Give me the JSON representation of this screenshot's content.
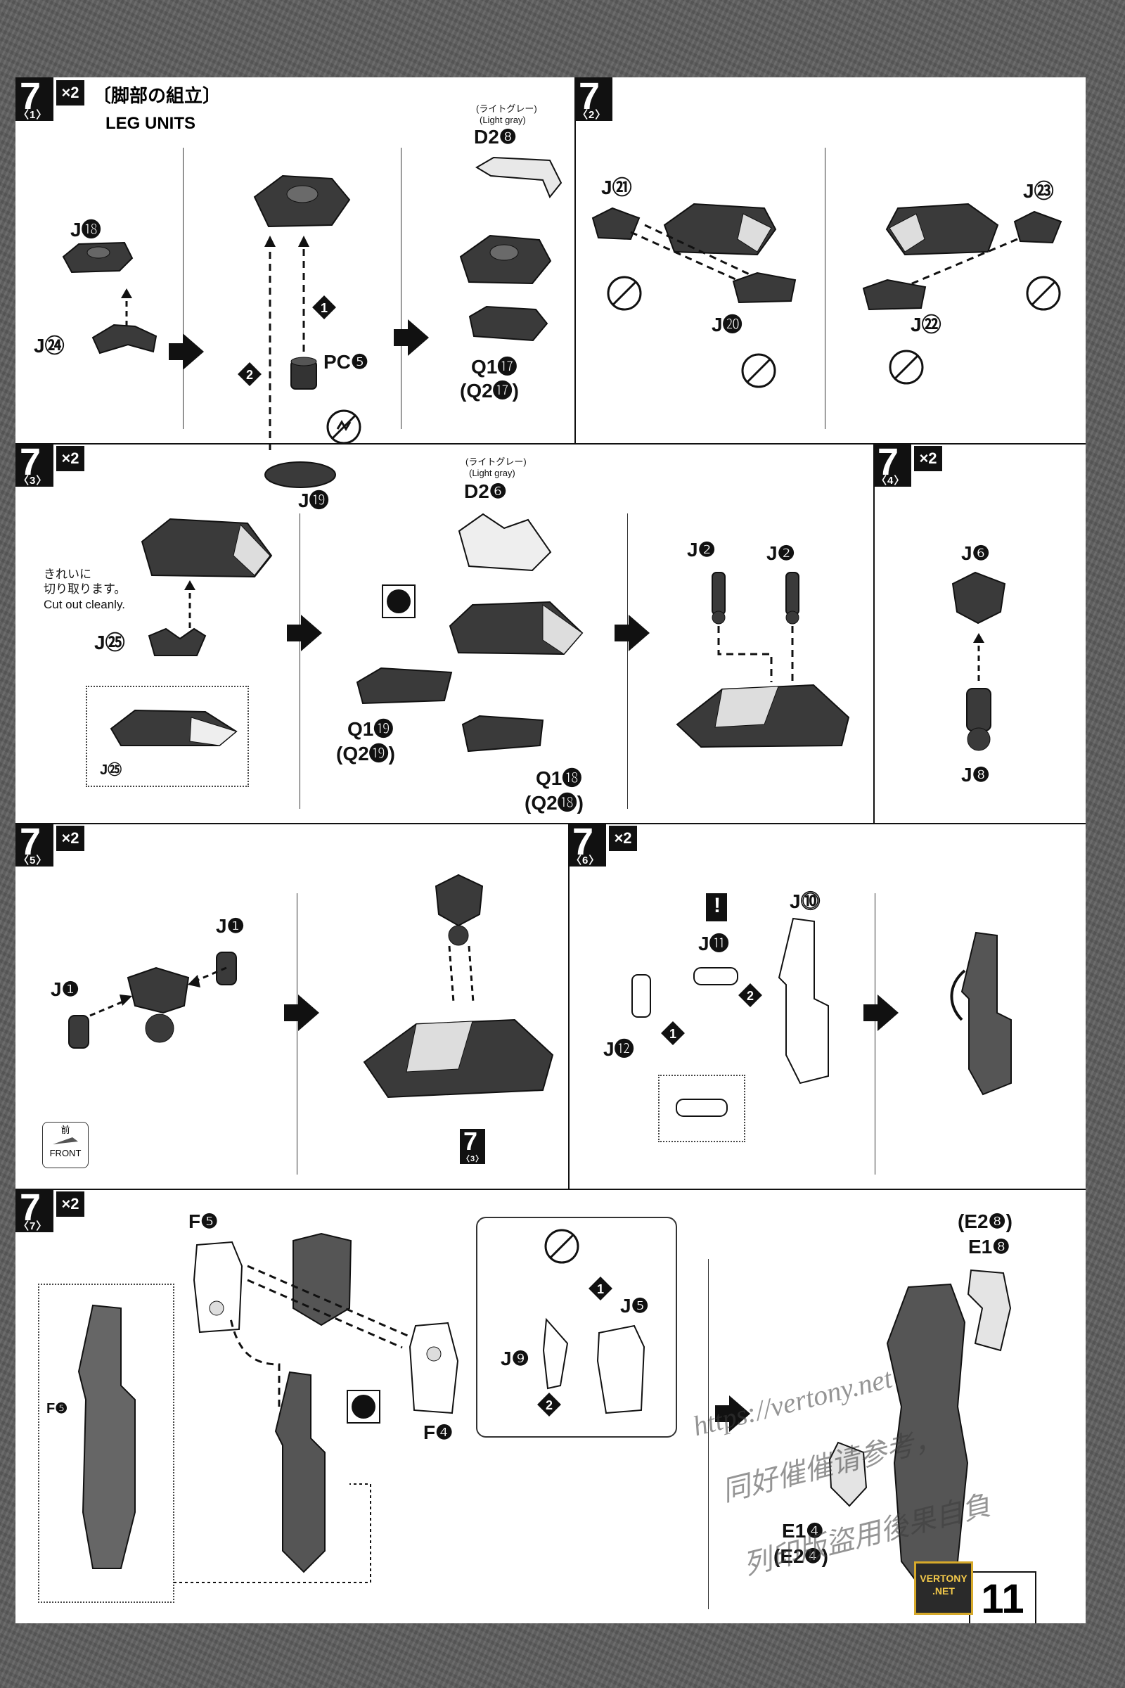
{
  "page": {
    "number": "11",
    "badge_line1": "VERTONY",
    "badge_line2": ".NET"
  },
  "watermark": {
    "url": "https://vertony.net",
    "line1": "同好催催请参考，",
    "line2": "列印版盜用後果自負"
  },
  "step7_1": {
    "step": "7",
    "sub": "〈1〉",
    "mult": "×2",
    "title_jp": "〔脚部の組立〕",
    "title_en": "LEG UNITS",
    "labels": {
      "j18": "J⓲",
      "j24": "J㉔",
      "pc5": "PC❺",
      "j19": "J⓳",
      "d28": "D2❽",
      "q117": "Q1⓱",
      "q217": "(Q2⓱)",
      "light_jp": "(ライトグレー)",
      "light_en": "(Light gray)",
      "n1": "1",
      "n2": "2"
    }
  },
  "step7_2": {
    "step": "7",
    "sub": "〈2〉",
    "labels": {
      "j21": "J㉑",
      "j20": "J⓴",
      "j23": "J㉓",
      "j22": "J㉒"
    }
  },
  "step7_3": {
    "step": "7",
    "sub": "〈3〉",
    "mult": "×2",
    "labels": {
      "note_jp1": "きれいに",
      "note_jp2": "切り取ります。",
      "note_en": "Cut out cleanly.",
      "j25": "J㉕",
      "j25b": "J㉕",
      "light_jp": "(ライトグレー)",
      "light_en": "(Light gray)",
      "d26": "D2❻",
      "q119": "Q1⓳",
      "q219": "(Q2⓳)",
      "q118": "Q1⓲",
      "q218": "(Q2⓲)",
      "j2a": "J❷",
      "j2b": "J❷"
    }
  },
  "step7_4": {
    "step": "7",
    "sub": "〈4〉",
    "mult": "×2",
    "labels": {
      "j6": "J❻",
      "j8": "J❽"
    }
  },
  "step7_5": {
    "step": "7",
    "sub": "〈5〉",
    "mult": "×2",
    "labels": {
      "j1a": "J❶",
      "j1b": "J❶",
      "front_jp": "前",
      "front_en": "FRONT",
      "ref_step": "7",
      "ref_sub": "〈3〉"
    }
  },
  "step7_6": {
    "step": "7",
    "sub": "〈6〉",
    "mult": "×2",
    "labels": {
      "j10": "J⓾",
      "j11": "J⓫",
      "j12": "J⓬",
      "excl": "!",
      "n1": "1",
      "n2": "2"
    }
  },
  "step7_7": {
    "step": "7",
    "sub": "〈7〉",
    "mult": "×2",
    "labels": {
      "f5a": "F❺",
      "f5b": "F❺",
      "f4": "F❹",
      "j9": "J❾",
      "j5": "J❺",
      "n1": "1",
      "n2": "2",
      "e28": "(E2❽)",
      "e18": "E1❽",
      "e14": "E1❹",
      "e24": "(E2❹)"
    }
  }
}
